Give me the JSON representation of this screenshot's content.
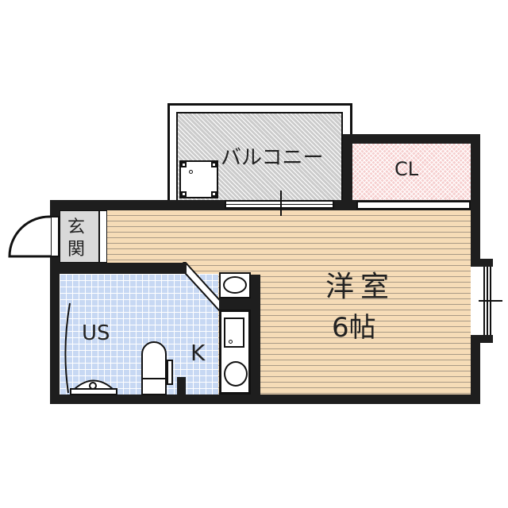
{
  "floorplan": {
    "rooms": {
      "balcony": {
        "label": "バルコニー"
      },
      "closet": {
        "label": "CL"
      },
      "entrance": {
        "label_top": "玄",
        "label_bottom": "関"
      },
      "western_room": {
        "label": "洋室",
        "size": "6帖"
      },
      "bath": {
        "label": "US"
      },
      "kitchen": {
        "label": "K"
      }
    },
    "colors": {
      "wall": "#1e1e1e",
      "wood_floor": "#f6dcb7",
      "tile_floor": "#c7d8f3",
      "balcony_floor": "#cccccc",
      "closet_floor": "#f6cfcf",
      "entrance_floor": "#d9d9d9"
    }
  }
}
